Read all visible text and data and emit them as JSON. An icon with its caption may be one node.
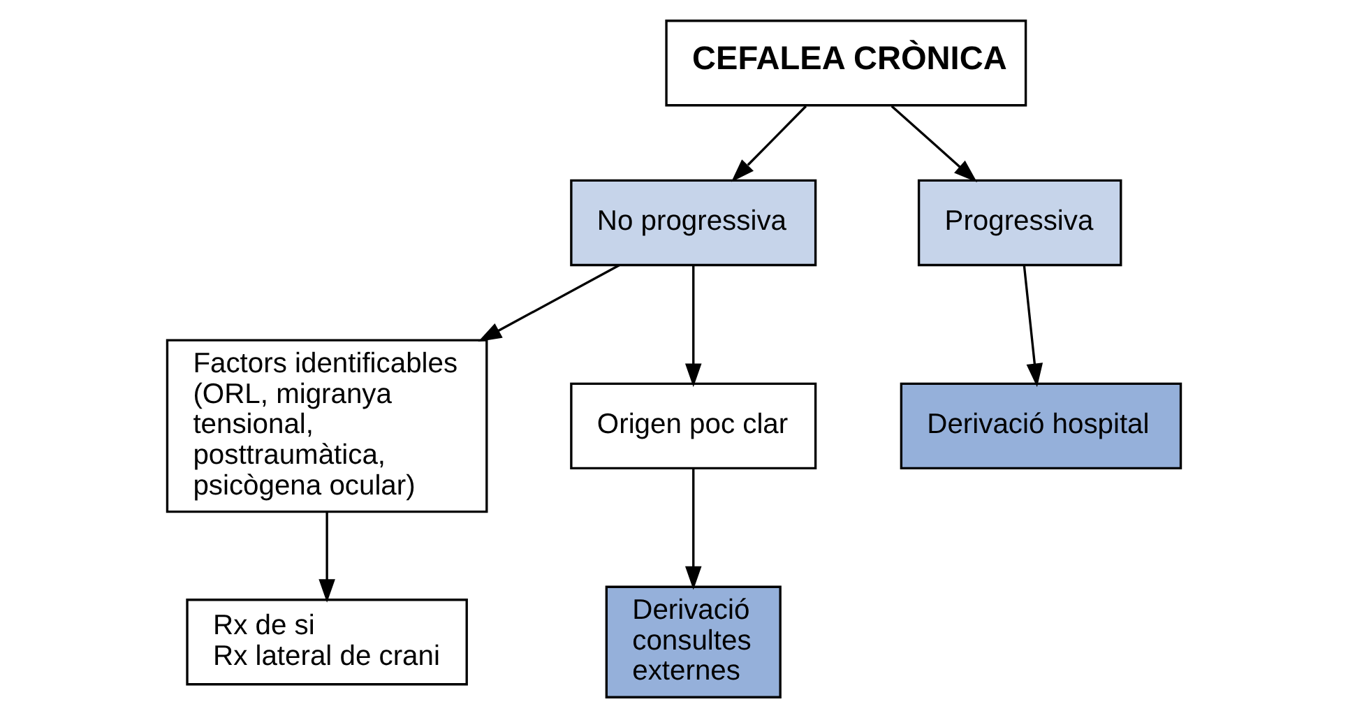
{
  "diagram": {
    "nodes": [
      {
        "text": [
          "CEFALEA CRÒNICA"
        ]
      },
      {
        "text": [
          "No progressiva"
        ]
      },
      {
        "text": [
          "Progressiva"
        ]
      },
      {
        "text": [
          "Factors identificables (ORL, migranya tensional, posttraumàtica, psicògena ocular)"
        ]
      },
      {
        "text": [
          "Origen poc clar"
        ]
      },
      {
        "text": [
          "Derivació consultes externes"
        ]
      },
      {
        "text": [
          "Derivació hospital"
        ]
      },
      {
        "text": [
          "Rx de si",
          "Rx lateral de crani"
        ]
      }
    ],
    "edges": [
      {
        "from": 0,
        "to": 1,
        "arrow": "to"
      },
      {
        "from": 0,
        "to": 2,
        "arrow": "to"
      },
      {
        "from": 1,
        "to": 3,
        "arrow": "to"
      },
      {
        "from": 1,
        "to": 4,
        "arrow": "to"
      },
      {
        "from": 4,
        "to": 5,
        "arrow": "to"
      },
      {
        "from": 2,
        "to": 6,
        "arrow": "to"
      },
      {
        "from": 3,
        "to": 7,
        "arrow": "to"
      }
    ]
  }
}
